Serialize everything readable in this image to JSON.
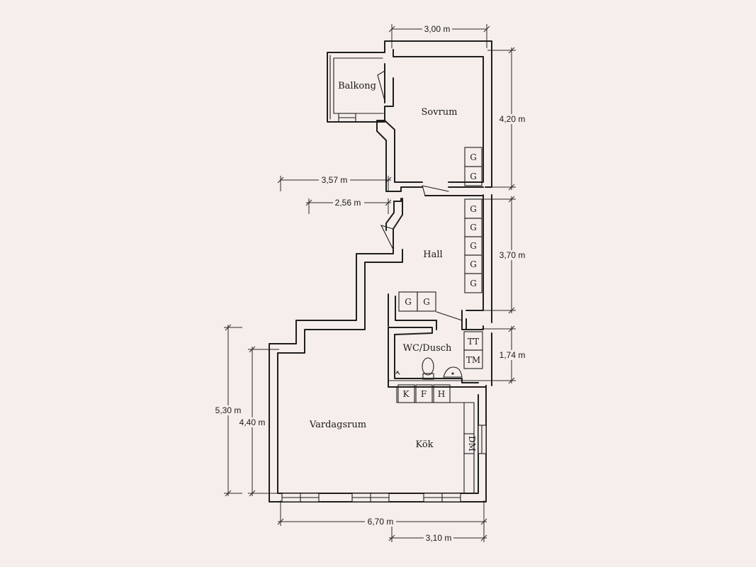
{
  "rooms": {
    "balkong": "Balkong",
    "sovrum": "Sovrum",
    "hall": "Hall",
    "wc": "WC/Dusch",
    "vardagsrum": "Vardagsrum",
    "kok": "Kök"
  },
  "dimensions": {
    "top_width": "3,00 m",
    "sovrum_height": "4,20 m",
    "hall_offset_a": "3,57 m",
    "hall_offset_b": "2,56 m",
    "hall_height": "3,70 m",
    "wc_height": "1,74 m",
    "left_height_outer": "5,30 m",
    "left_height_inner": "4,40 m",
    "bottom_width": "6,70 m",
    "kitchen_width": "3,10 m"
  },
  "fixtures": {
    "wardrobe": "G",
    "tumble_dryer": "TT",
    "washing_machine": "TM",
    "fridge": "K",
    "freezer": "F",
    "cooker": "H",
    "dishwasher": "DM"
  }
}
